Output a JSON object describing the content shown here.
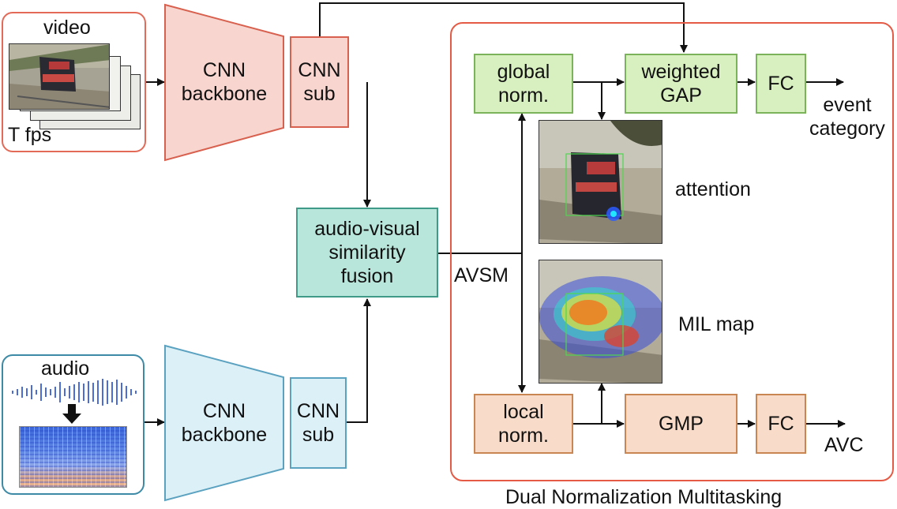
{
  "input_video": {
    "label": "video",
    "fps_label": "T fps"
  },
  "input_audio": {
    "label": "audio"
  },
  "visual_branch": {
    "backbone": "CNN\nbackbone",
    "sub": "CNN\nsub"
  },
  "audio_branch": {
    "backbone": "CNN\nbackbone",
    "sub": "CNN\nsub"
  },
  "fusion": {
    "label": "audio-visual\nsimilarity\nfusion",
    "output_label": "AVSM"
  },
  "dnm": {
    "title": "Dual Normalization Multitasking",
    "global_norm": "global\nnorm.",
    "weighted_gap": "weighted\nGAP",
    "fc_top": "FC",
    "event_output": "event\ncategory",
    "attention_label": "attention",
    "mil_label": "MIL map",
    "local_norm": "local\nnorm.",
    "gmp": "GMP",
    "fc_bottom": "FC",
    "avc_output": "AVC"
  },
  "colors": {
    "video_border": "#e46a58",
    "red_fill": "#f8d5cf",
    "red_border": "#d8604e",
    "audio_border": "#3d8aa6",
    "blue_fill": "#dcf0f8",
    "blue_border": "#5ba2c0",
    "teal_fill": "#b9e6da",
    "teal_border": "#3f9b88",
    "green_fill": "#d8f0c0",
    "green_border": "#7bb35a",
    "orange_fill": "#f8dbc8",
    "orange_border": "#c98552",
    "dnm_border": "#e55a45"
  }
}
